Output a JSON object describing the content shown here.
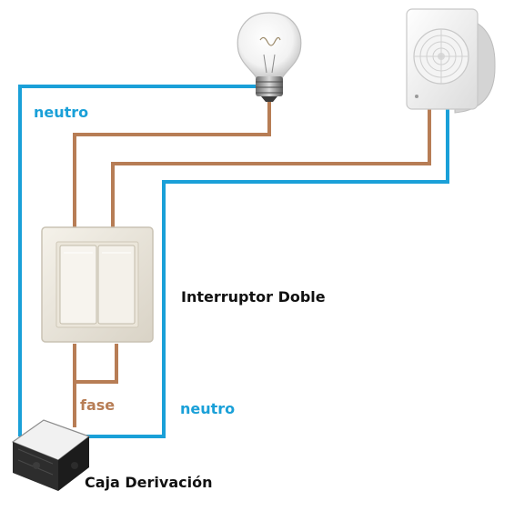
{
  "labels": {
    "neutral_top": "neutro",
    "neutral_bottom": "neutro",
    "phase": "fase",
    "switch": "Interruptor Doble",
    "junction_box": "Caja Derivación"
  },
  "colors": {
    "neutral_wire": "#1aa0d8",
    "phase_wire": "#b77d55",
    "switch_body": "#ece7dc",
    "box_body": "#2a2a2a"
  },
  "icons": {
    "lamp": "light-bulb-icon",
    "fan": "extractor-fan-icon",
    "switch": "double-switch-icon",
    "box": "junction-box-icon"
  }
}
